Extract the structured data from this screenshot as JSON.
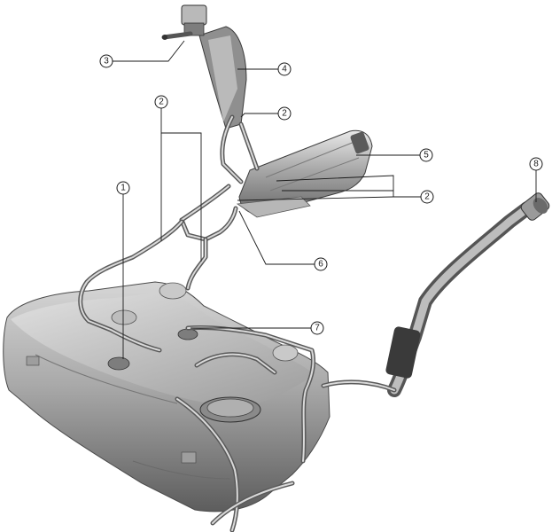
{
  "callouts": [
    {
      "id": "c1",
      "label": "1"
    },
    {
      "id": "c2a",
      "label": "2"
    },
    {
      "id": "c2b",
      "label": "2"
    },
    {
      "id": "c2c",
      "label": "2"
    },
    {
      "id": "c3",
      "label": "3"
    },
    {
      "id": "c4",
      "label": "4"
    },
    {
      "id": "c5",
      "label": "5"
    },
    {
      "id": "c6",
      "label": "6"
    },
    {
      "id": "c7",
      "label": "7"
    },
    {
      "id": "c8",
      "label": "8"
    }
  ]
}
